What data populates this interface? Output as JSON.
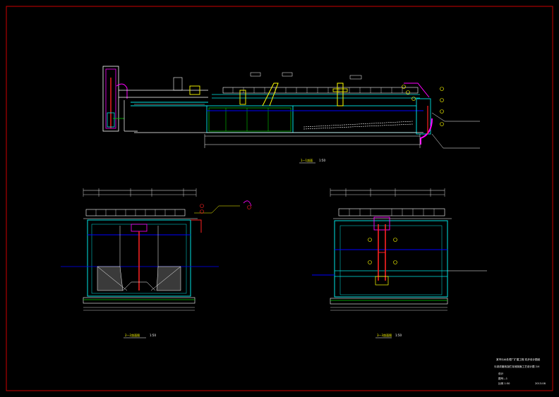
{
  "drawing": {
    "colors": {
      "background": "#000000",
      "frame": "#cc0000",
      "primary": "#ffffff",
      "concrete": "#00e5e5",
      "water": "#0000ff",
      "pipe": "#ff2222",
      "callout": "#ffff00",
      "equipment": "#ff00ff",
      "ground": "#00cc00"
    },
    "views": {
      "section_top": {
        "title": "1—1剖面",
        "scale": "1:50"
      },
      "section_left": {
        "title": "2—2剖面图",
        "scale": "1:50"
      },
      "section_right": {
        "title": "3—3剖面图",
        "scale": "1:50"
      }
    },
    "title_block": {
      "line1": "某市污水处理厂扩建工程  初步设计图纸",
      "line2": "污泥浓缩池及贮泥池剖面工艺设计图 2/4",
      "line3": "设计",
      "line4": "图号—1",
      "line5": "比例 1:50",
      "date": "2013.08"
    }
  }
}
